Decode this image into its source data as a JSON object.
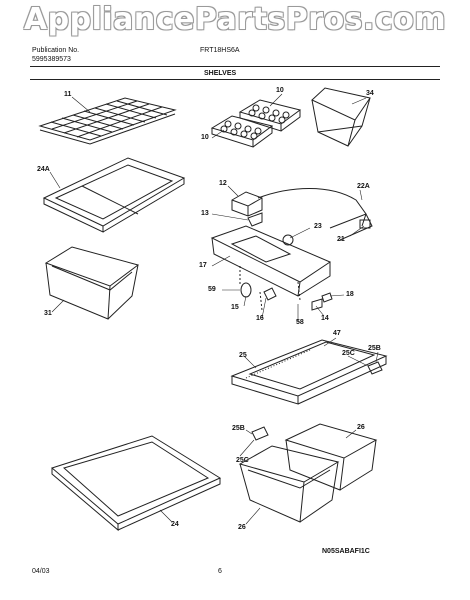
{
  "watermark": "AppliancePartsPros.com",
  "header": {
    "publication_label": "Publication No.",
    "publication_no": "5995389573",
    "model": "FRT18HS6A",
    "section_title": "SHELVES"
  },
  "callouts": {
    "c11": "11",
    "c10a": "10",
    "c34": "34",
    "c10b": "10",
    "c24a": "24A",
    "c12": "12",
    "c22a": "22A",
    "c13": "13",
    "c23": "23",
    "c21": "21",
    "c17": "17",
    "c59": "59",
    "c18": "18",
    "c15": "15",
    "c16": "16",
    "c14": "14",
    "c58": "58",
    "c31": "31",
    "c47": "47",
    "c25": "25",
    "c25c_top": "25C",
    "c25b_top": "25B",
    "c25b_bot": "25B",
    "c25c_bot": "25C",
    "c26a": "26",
    "c26b": "26",
    "c24": "24"
  },
  "footer": {
    "date": "04/03",
    "page": "6",
    "drawing_code": "N05SABAFI1C"
  }
}
